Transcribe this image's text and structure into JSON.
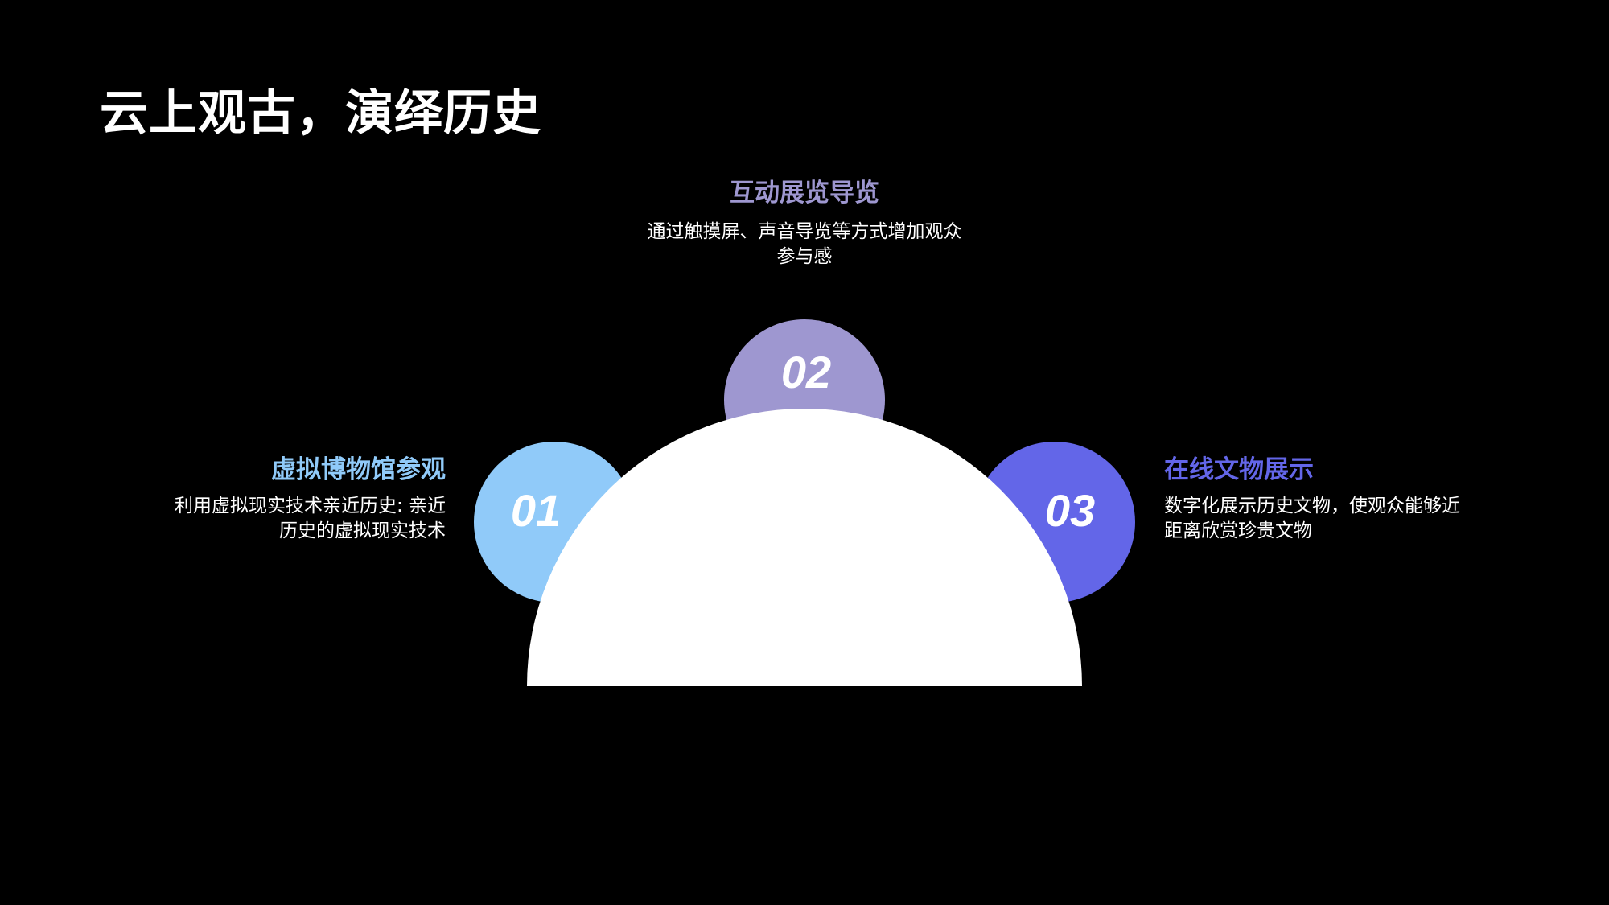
{
  "title": "云上观古，演绎历史",
  "colors": {
    "background": "#000000",
    "item1": "#90CAF9",
    "item2": "#9E97D0",
    "item3": "#6366E8",
    "dome": "#FFFFFF"
  },
  "items": [
    {
      "number": "01",
      "heading": "虚拟博物馆参观",
      "description": "利用虚拟现实技术亲近历史: 亲近历史的虚拟现实技术",
      "color": "#90CAF9"
    },
    {
      "number": "02",
      "heading": "互动展览导览",
      "description": "通过触摸屏、声音导览等方式增加观众参与感",
      "color": "#9E97D0"
    },
    {
      "number": "03",
      "heading": "在线文物展示",
      "description": "数字化展示历史文物，使观众能够近距离欣赏珍贵文物",
      "color": "#6366E8"
    }
  ]
}
